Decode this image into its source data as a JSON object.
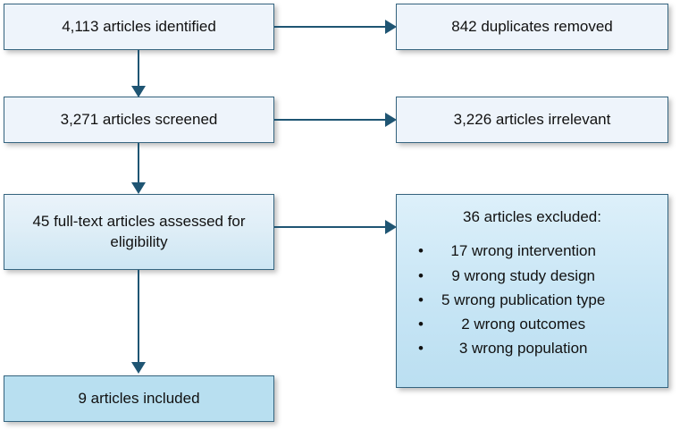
{
  "diagram": {
    "type": "prisma-flow-diagram",
    "nodes": {
      "identified": "4,113 articles identified",
      "duplicates": "842 duplicates removed",
      "screened": "3,271 articles screened",
      "irrelevant": "3,226 articles irrelevant",
      "eligibility": "45 full-text articles assessed for eligibility",
      "included": "9 articles included",
      "excluded_title": "36 articles excluded:"
    },
    "excluded_reasons": [
      "17 wrong intervention",
      "9 wrong study design",
      "5 wrong publication type",
      "2 wrong outcomes",
      "3 wrong population"
    ],
    "bullet_glyph": "•",
    "colors": {
      "border": "#35647f",
      "connector": "#1f5573",
      "fill_pale": "#eef4fb",
      "fill_gradient_soft_top": "#eaf3fa",
      "fill_gradient_soft_bottom": "#cde6f3",
      "fill_gradient_strong_top": "#ddf0fa",
      "fill_gradient_strong_bottom": "#bbdff1",
      "fill_solid_blue": "#b8dff0",
      "text": "#111111",
      "background": "#ffffff"
    }
  }
}
